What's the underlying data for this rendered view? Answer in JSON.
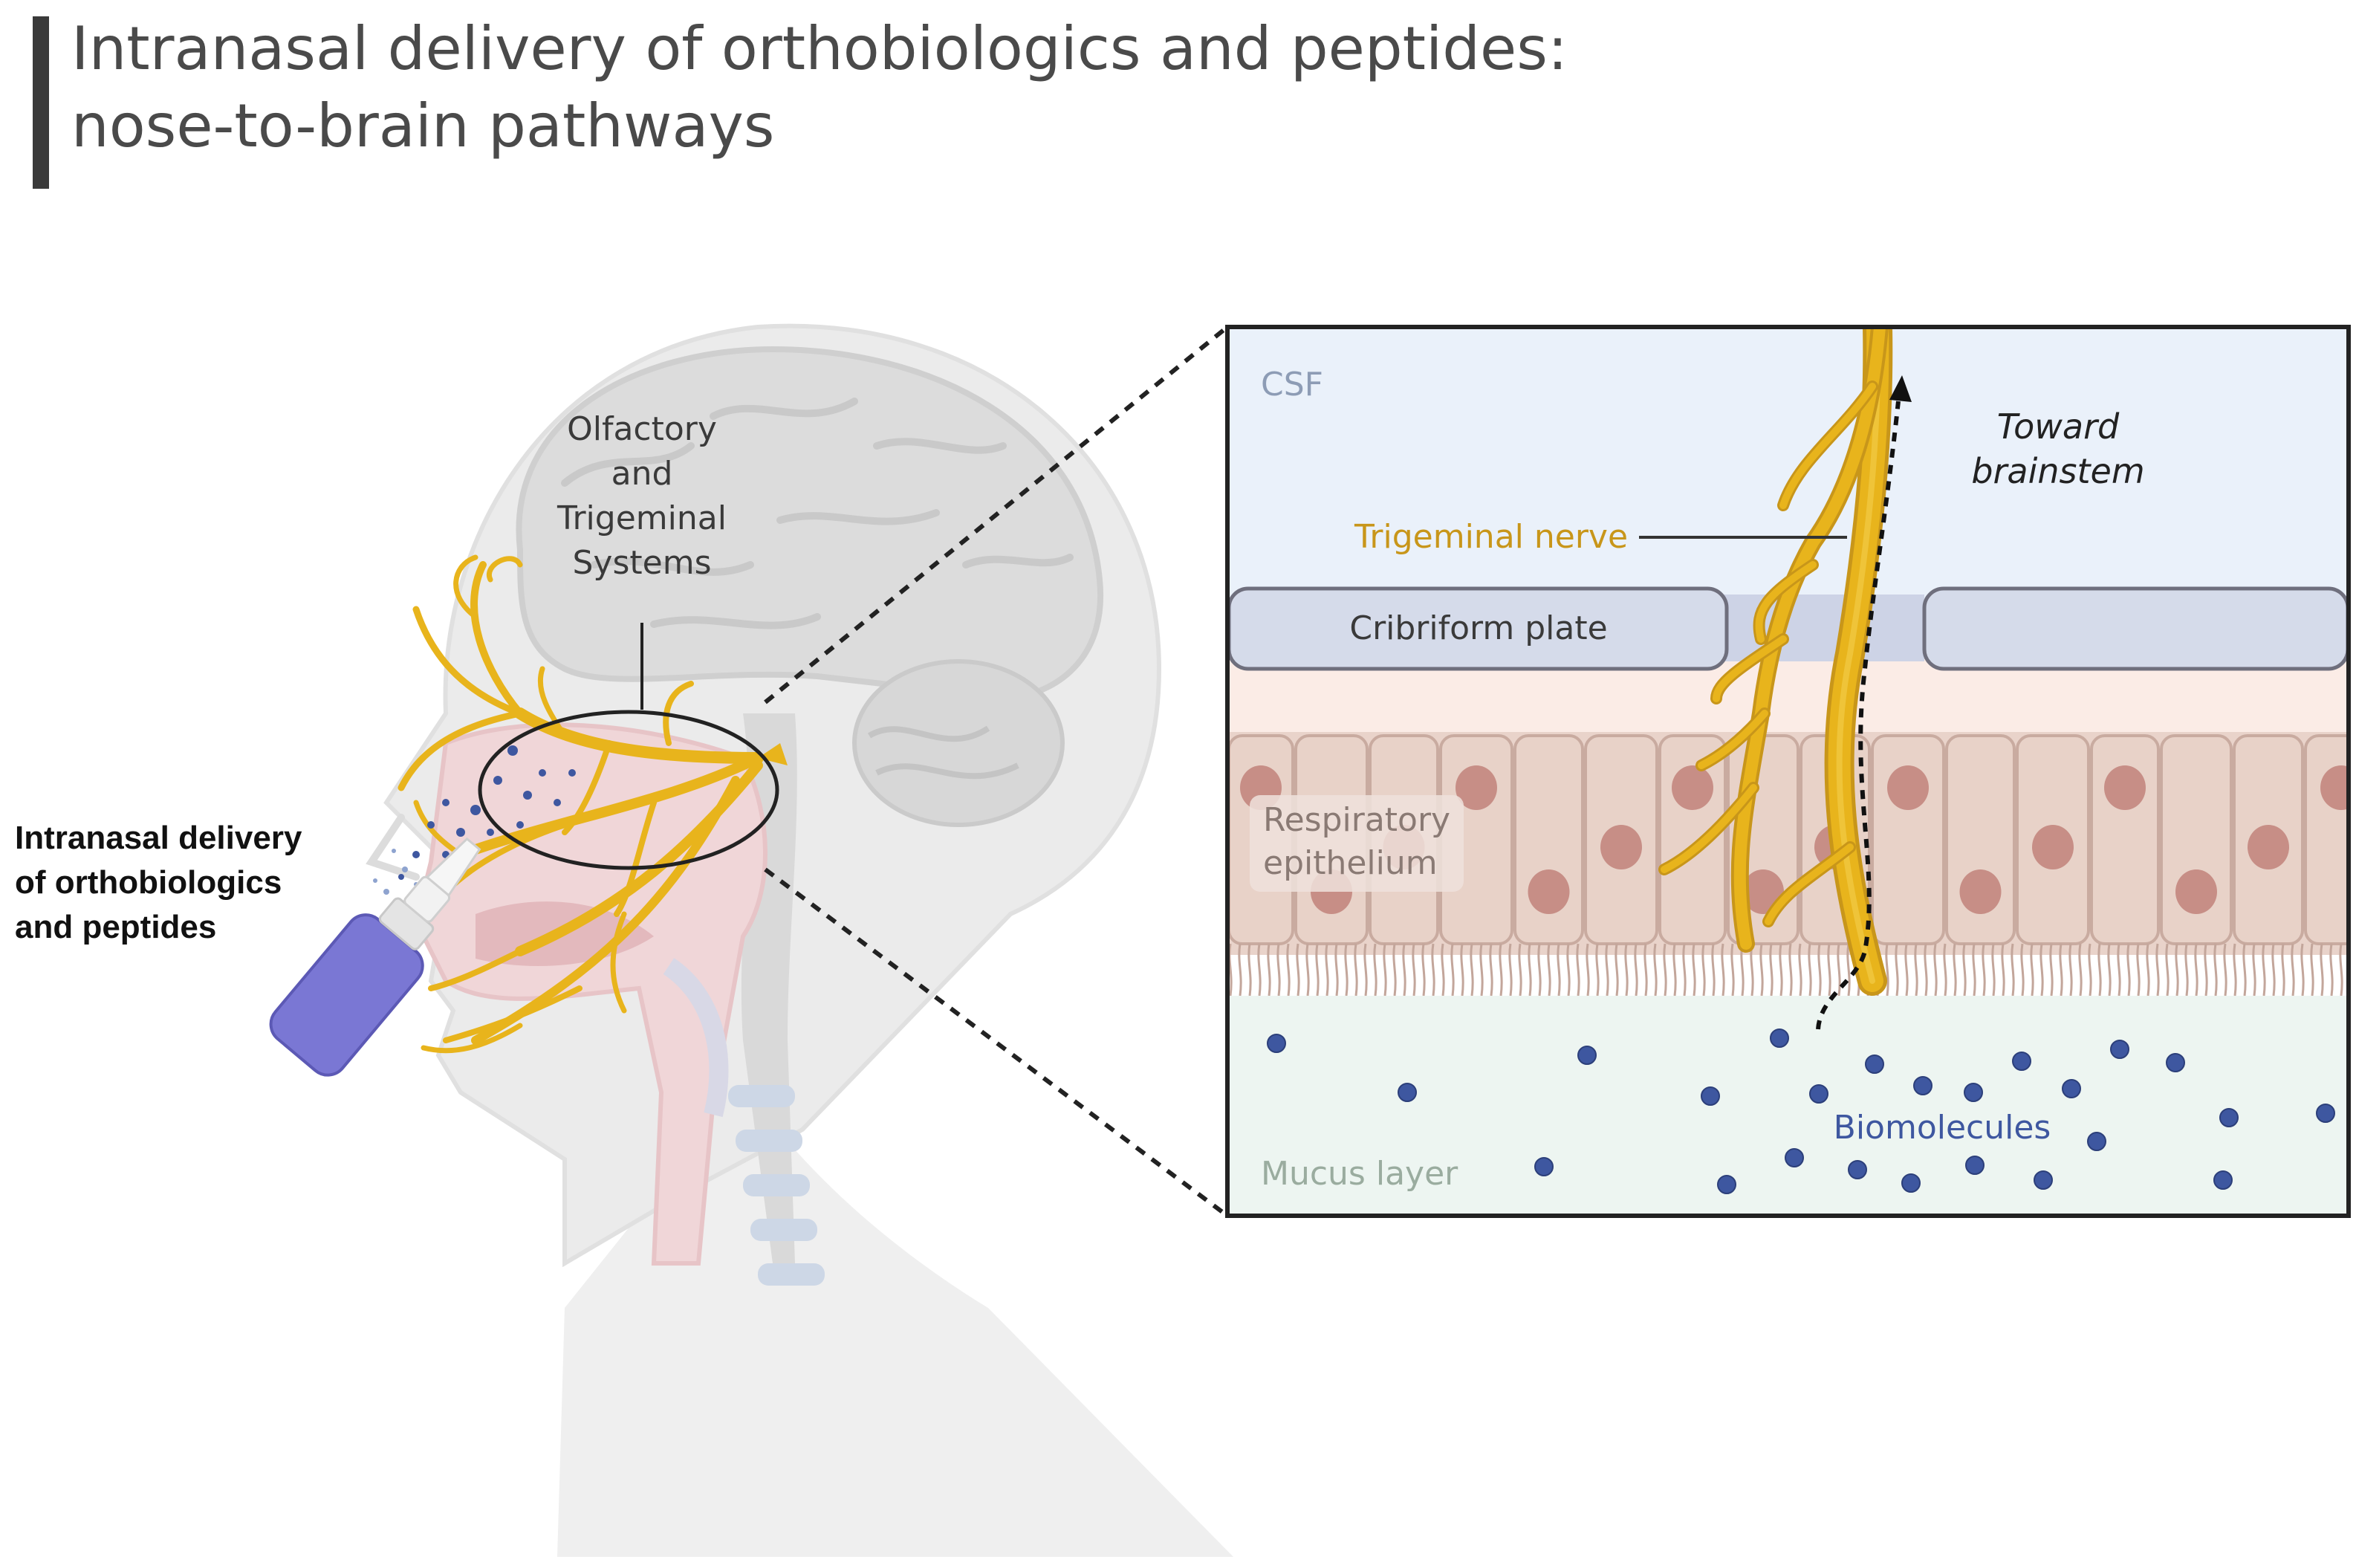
{
  "title": {
    "line1": "Intranasal delivery of orthobiologics and peptides:",
    "line2": "nose-to-brain pathways"
  },
  "head_panel": {
    "systems_label": [
      "Olfactory",
      "and",
      "Trigeminal",
      "Systems"
    ],
    "delivery_label": [
      "Intranasal delivery",
      "of orthobiologics",
      "and peptides"
    ]
  },
  "inset": {
    "csf": "CSF",
    "toward": [
      "Toward",
      "brainstem"
    ],
    "trigeminal_nerve": "Trigeminal nerve",
    "cribriform_plate": "Cribriform plate",
    "respiratory_epithelium": [
      "Respiratory",
      "epithelium"
    ],
    "biomolecules": "Biomolecules",
    "mucus_layer": "Mucus layer"
  },
  "colors": {
    "nerve": "#E8B41C",
    "nerve_label": "#C8961A",
    "biomolecule": "#3E57A0",
    "csf_bg": "#EAF1FA",
    "cribriform": "#D5DBEA",
    "epithelium": "#E9D3CA",
    "mucus_bg": "#EDF5F1",
    "spray_bottle": "#7A77D4"
  }
}
